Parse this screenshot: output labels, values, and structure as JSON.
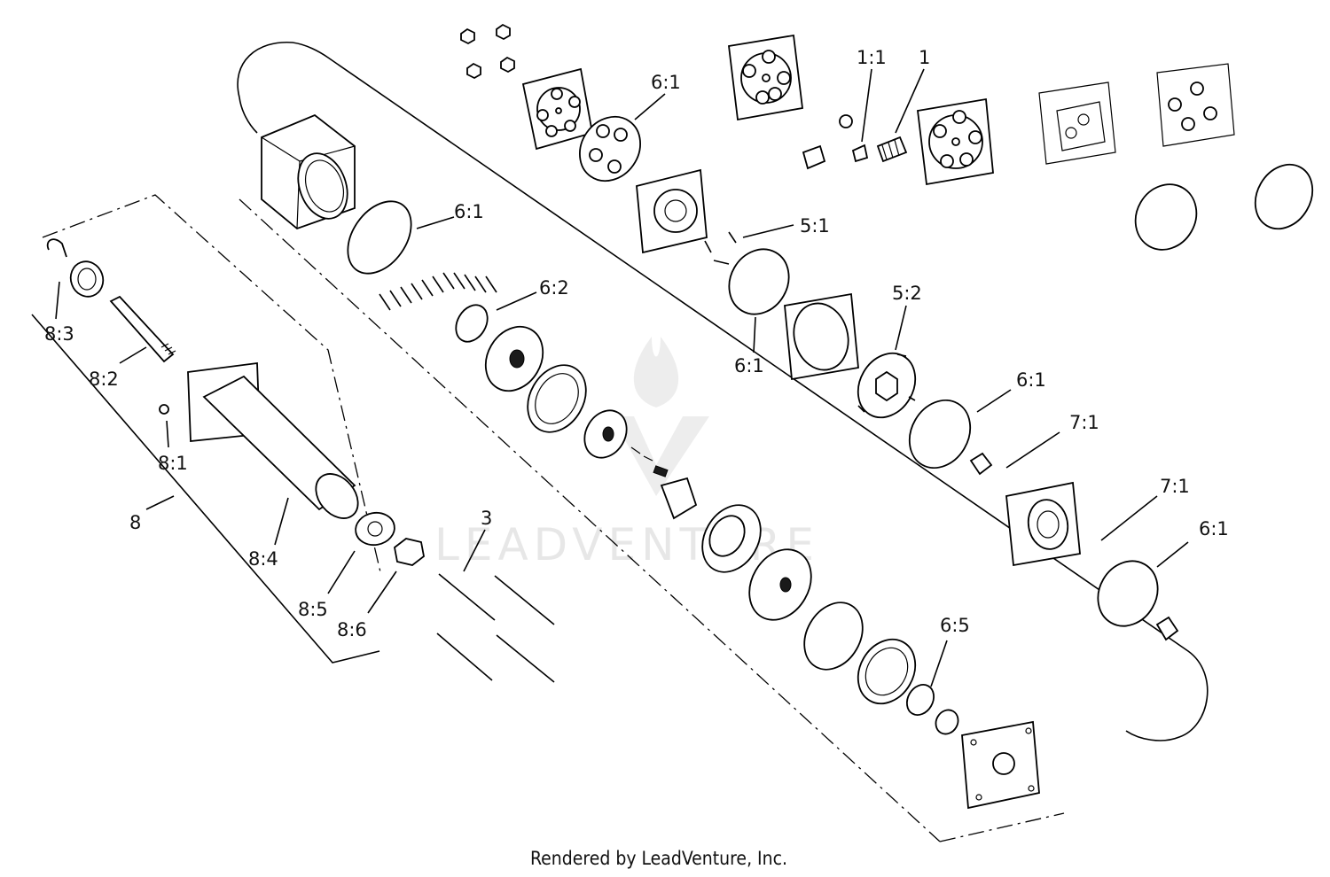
{
  "diagram": {
    "labels": {
      "l1": "1",
      "l1_1": "1:1",
      "l6_1_top": "6:1",
      "l6_1_mid": "6:1",
      "l5_1": "5:1",
      "l6_2": "6:2",
      "l6_1_c": "6:1",
      "l5_2": "5:2",
      "l6_1_d": "6:1",
      "l7_1_a": "7:1",
      "l7_1_b": "7:1",
      "l6_1_e": "6:1",
      "l6_5": "6:5",
      "l3": "3",
      "l8": "8",
      "l8_1": "8:1",
      "l8_2": "8:2",
      "l8_3": "8:3",
      "l8_4": "8:4",
      "l8_5": "8:5",
      "l8_6": "8:6"
    },
    "watermark": "LEADVENTURE",
    "footer": "Rendered by LeadVenture, Inc."
  }
}
